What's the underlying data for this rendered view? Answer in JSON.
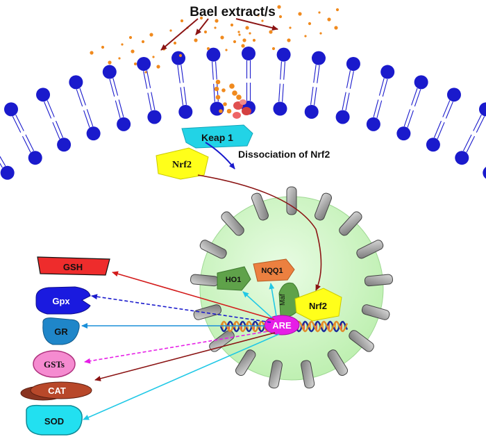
{
  "title": "Bael extract/s",
  "dissociation_label": "Dissociation of Nrf2",
  "keap1_label": "Keap 1",
  "nrf2_label": "Nrf2",
  "nucleus": {
    "nrf2_label": "Nrf2",
    "ho1_label": "HO1",
    "nqq1_label": "NQQ1",
    "maf_label": "Maf",
    "are_label": "ARE"
  },
  "enzymes": {
    "gsh": "GSH",
    "gpx": "Gpx",
    "gr": "GR",
    "gsts": "GSTs",
    "cat": "CAT",
    "sod": "SOD"
  },
  "colors": {
    "lipid_head": "#1a1acc",
    "extract_dot": "#f08a1e",
    "keap1": "#22d3e6",
    "nrf2": "#ffff1a",
    "nucleus": "#cdf7c4",
    "ho1": "#5fa24a",
    "nqq1": "#ec8040",
    "are": "#e61ee6",
    "gsh": "#ee2c2c",
    "gpx": "#1a1adf",
    "gr": "#1f86c9",
    "gsts": "#f58bd0",
    "cat": "#b8482a",
    "sod": "#22e0f0"
  }
}
